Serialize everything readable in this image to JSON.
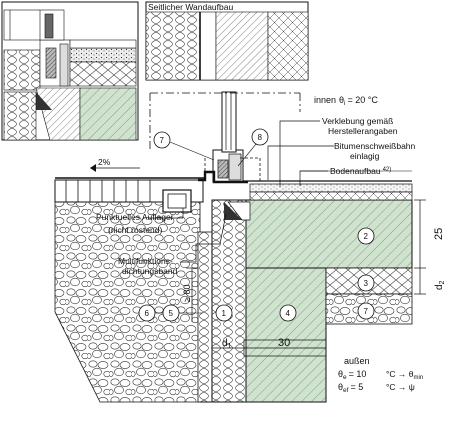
{
  "inset_title": "Seitlicher Wandaufbau",
  "interior": {
    "label": "innen",
    "theta_symbol": "θ",
    "theta_sub": "i",
    "theta_value": "= 20 °C"
  },
  "exterior": {
    "label": "außen",
    "theta_e_sym": "θ",
    "theta_e_sub": "e",
    "theta_e_eq": "= 10",
    "theta_e_target": "°C → θ",
    "theta_e_target_sub": "min",
    "theta_ef_sym": "θ",
    "theta_ef_sub": "ef",
    "theta_ef_eq": "= 5",
    "theta_ef_target": "°C → ψ"
  },
  "labels": {
    "verklebung_1": "Verklebung gemäß",
    "verklebung_2": "Herstellerangaben",
    "bitumen_1": "Bitumenschweißbahn",
    "bitumen_2": "einlagig",
    "bodenaufbau": "Bodenaufbau",
    "bodenaufbau_ref": "42)",
    "auflager_1": "Punktuelles Auflager",
    "auflager_2": "(nicht rostend)",
    "band_1": "Multifunktions-",
    "band_2": "dichtungsband",
    "slope": "2%"
  },
  "dimensions": {
    "d1": "d",
    "d1_sub": "1",
    "d2": "d",
    "d2_sub": "2",
    "dim_30": "30",
    "dim_25": "25",
    "dim_80": "≥ 80"
  },
  "callouts": {
    "c1": "1",
    "c2": "2",
    "c3": "3",
    "c4": "4",
    "c5": "5",
    "c6": "6",
    "c7a": "7",
    "c7b": "7",
    "c8": "8"
  },
  "colors": {
    "concrete_green": "#cfe3cf",
    "line": "#111111",
    "hatch_gray": "#555555"
  }
}
